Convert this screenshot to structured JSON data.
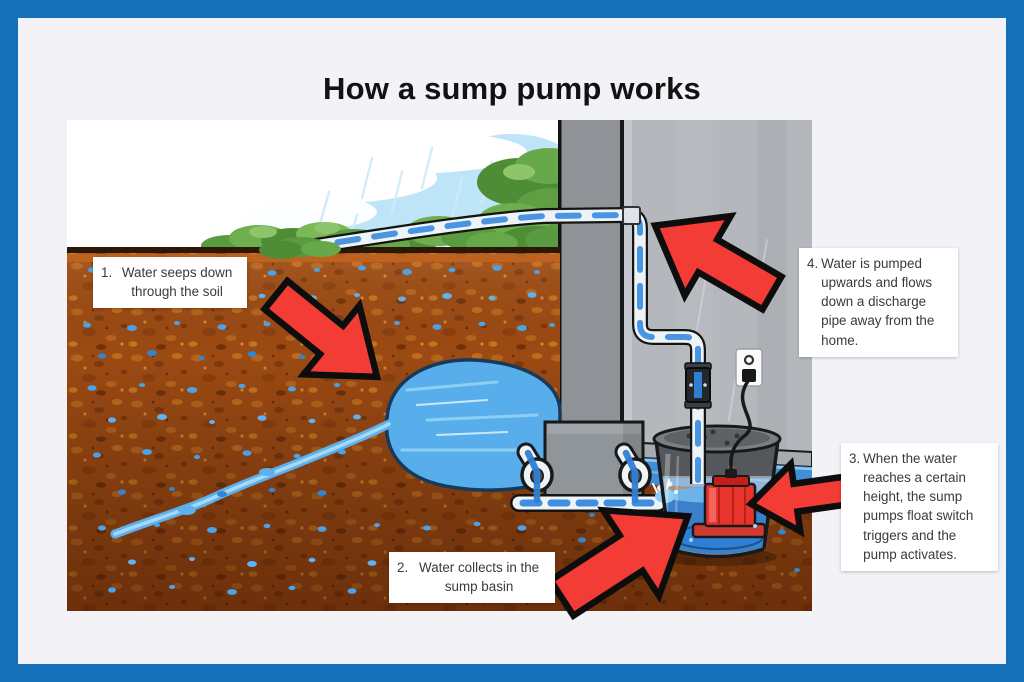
{
  "title": "How a sump pump works",
  "steps": [
    {
      "number": "1.",
      "text": "Water seeps down through the soil"
    },
    {
      "number": "2.",
      "text": "Water collects in the sump basin"
    },
    {
      "number": "3.",
      "text": "When the water reaches a certain height, the sump pumps float switch triggers and the pump activates."
    },
    {
      "number": "4.",
      "text": "Water is pumped upwards and flows down a discharge pipe away from the home."
    }
  ],
  "colors": {
    "frame_blue": "#1771ba",
    "background": "#f2f2f7",
    "arrow_red": "#f23c35",
    "water_blue": "#4aa3e8",
    "soil_brown": "#9c4a13",
    "pump_red": "#e8352c"
  }
}
